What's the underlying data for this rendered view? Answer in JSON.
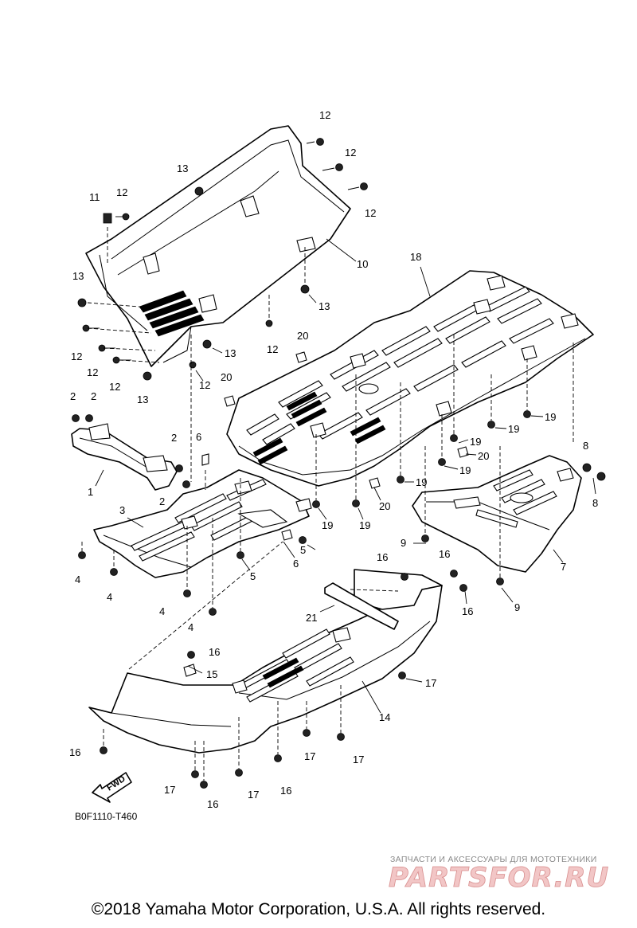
{
  "diagram": {
    "ref_code": "B0F1110-T460",
    "fwd_label": "FWD",
    "callouts": {
      "c1": "1",
      "c2": "2",
      "c3": "3",
      "c4": "4",
      "c5": "5",
      "c6": "6",
      "c7": "7",
      "c8": "8",
      "c9": "9",
      "c10": "10",
      "c11": "11",
      "c12": "12",
      "c13": "13",
      "c14": "14",
      "c15": "15",
      "c16": "16",
      "c17": "17",
      "c18": "18",
      "c19": "19",
      "c20": "20",
      "c21": "21"
    }
  },
  "watermark": {
    "tagline": "ЗАПЧАСТИ И АКСЕССУАРЫ ДЛЯ МОТОТЕХНИКИ",
    "brand": "PARTSFOR.RU"
  },
  "footer": {
    "copyright": "©2018 Yamaha Motor Corporation, U.S.A. All rights reserved."
  }
}
